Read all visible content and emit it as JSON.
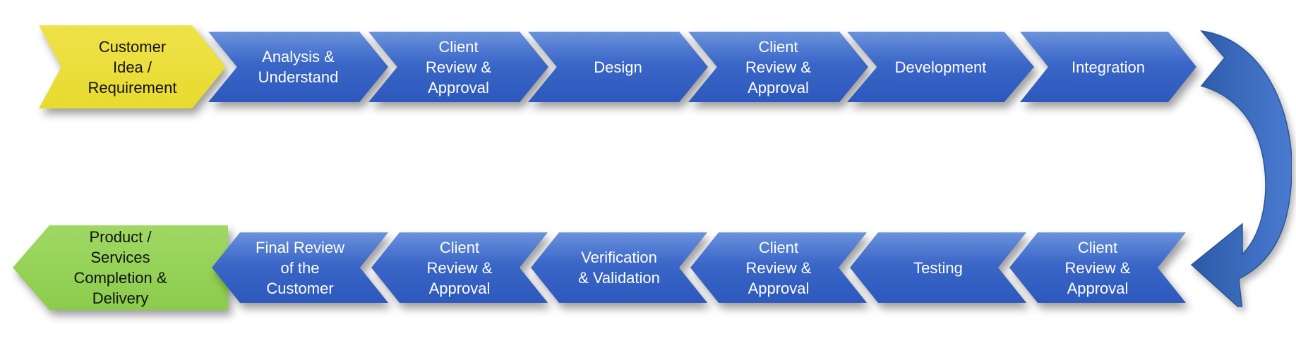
{
  "diagram": {
    "top_row": [
      {
        "id": "customer-requirement",
        "label": "Customer\nIdea /\nRequirement",
        "kind": "start"
      },
      {
        "id": "analysis",
        "label": "Analysis &\nUnderstand",
        "kind": "step"
      },
      {
        "id": "client-review-1",
        "label": "Client\nReview &\nApproval",
        "kind": "step"
      },
      {
        "id": "design",
        "label": "Design",
        "kind": "step"
      },
      {
        "id": "client-review-2",
        "label": "Client\nReview &\nApproval",
        "kind": "step"
      },
      {
        "id": "development",
        "label": "Development",
        "kind": "step"
      },
      {
        "id": "integration",
        "label": "Integration",
        "kind": "step"
      }
    ],
    "bottom_row": [
      {
        "id": "completion-delivery",
        "label": "Product /\nServices\nCompletion &\nDelivery",
        "kind": "end"
      },
      {
        "id": "final-review",
        "label": "Final Review\nof the\nCustomer",
        "kind": "step"
      },
      {
        "id": "client-review-5",
        "label": "Client\nReview &\nApproval",
        "kind": "step"
      },
      {
        "id": "verification-validation",
        "label": "Verification\n& Validation",
        "kind": "step"
      },
      {
        "id": "client-review-4",
        "label": "Client\nReview &\nApproval",
        "kind": "step"
      },
      {
        "id": "testing",
        "label": "Testing",
        "kind": "step"
      },
      {
        "id": "client-review-3",
        "label": "Client\nReview &\nApproval",
        "kind": "step"
      }
    ],
    "colors": {
      "step": "#3a66c7",
      "start": "#e8da2e",
      "end": "#8ccc4c",
      "connector": "#3460b4"
    }
  }
}
